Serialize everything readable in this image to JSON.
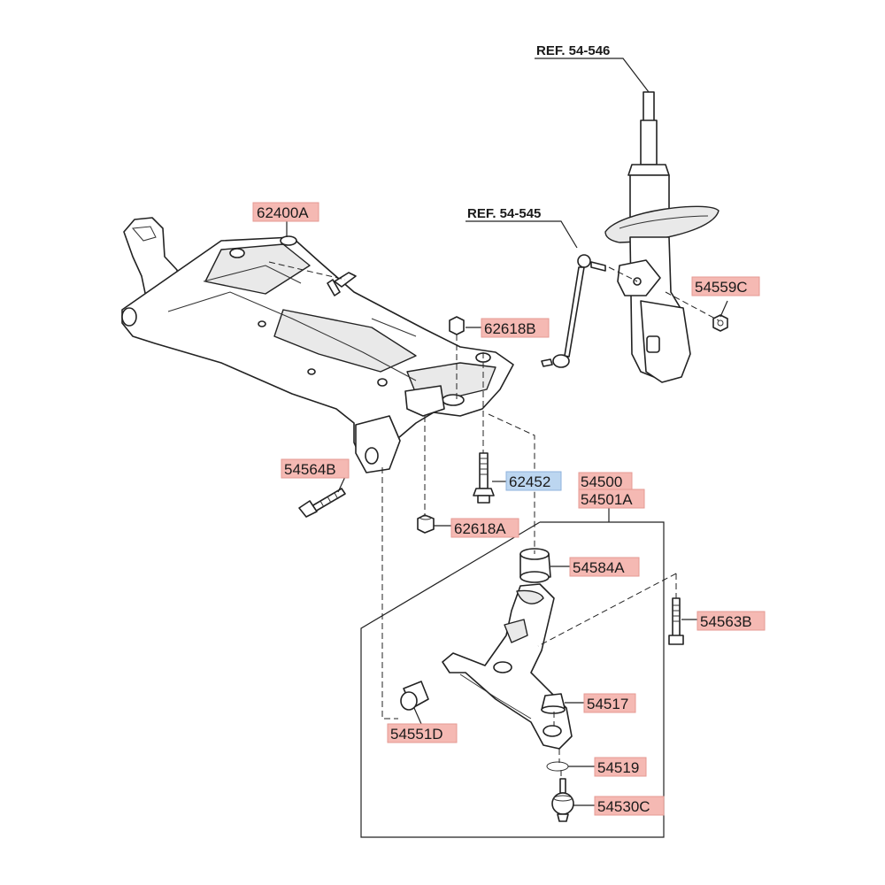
{
  "references": [
    {
      "id": "ref-54-546",
      "label": "REF. 54-546"
    },
    {
      "id": "ref-54-545",
      "label": "REF. 54-545"
    }
  ],
  "part_labels": [
    {
      "id": "62400A",
      "text": "62400A",
      "highlight": "#f5b9b3"
    },
    {
      "id": "62618B",
      "text": "62618B",
      "highlight": "#f5b9b3"
    },
    {
      "id": "54559C",
      "text": "54559C",
      "highlight": "#f5b9b3"
    },
    {
      "id": "54564B",
      "text": "54564B",
      "highlight": "#f5b9b3"
    },
    {
      "id": "62452",
      "text": "62452",
      "highlight": "#bcd6f0"
    },
    {
      "id": "54500",
      "text": "54500",
      "highlight": "#f5b9b3"
    },
    {
      "id": "54501A",
      "text": "54501A",
      "highlight": "#f5b9b3"
    },
    {
      "id": "62618A",
      "text": "62618A",
      "highlight": "#f5b9b3"
    },
    {
      "id": "54584A",
      "text": "54584A",
      "highlight": "#f5b9b3"
    },
    {
      "id": "54563B",
      "text": "54563B",
      "highlight": "#f5b9b3"
    },
    {
      "id": "54517",
      "text": "54517",
      "highlight": "#f5b9b3"
    },
    {
      "id": "54551D",
      "text": "54551D",
      "highlight": "#f5b9b3"
    },
    {
      "id": "54519",
      "text": "54519",
      "highlight": "#f5b9b3"
    },
    {
      "id": "54530C",
      "text": "54530C",
      "highlight": "#f5b9b3"
    }
  ]
}
